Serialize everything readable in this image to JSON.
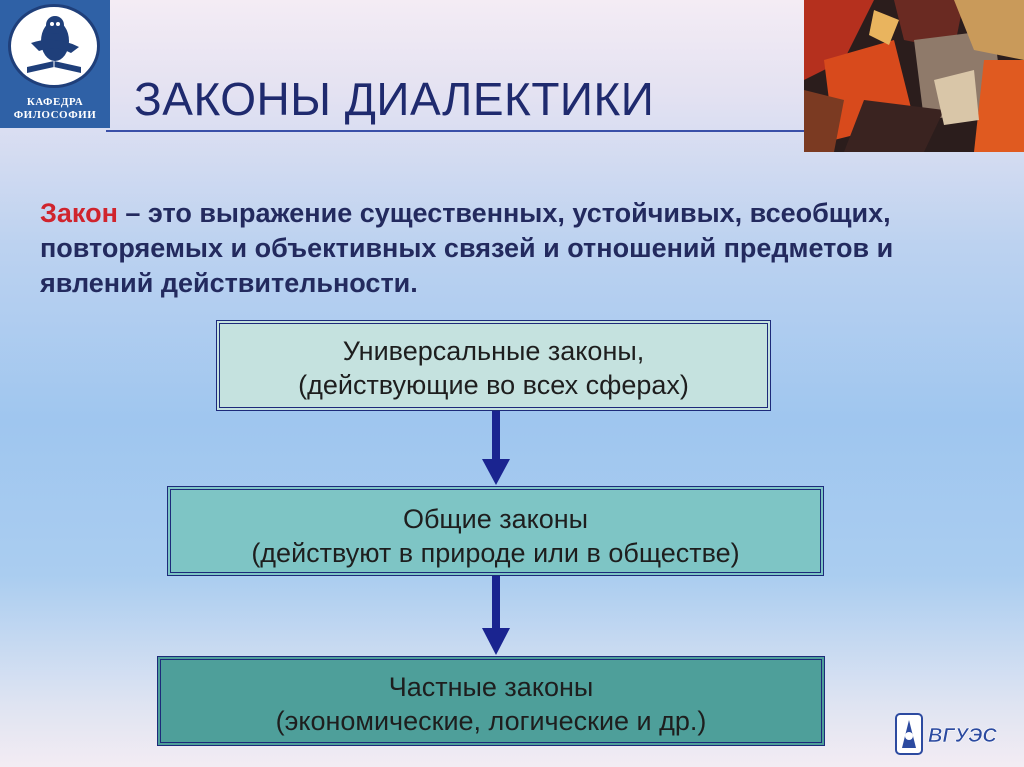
{
  "header": {
    "title": "ЗАКОНЫ ДИАЛЕКТИКИ",
    "logo_text_line1": "КАФЕДРА",
    "logo_text_line2": "ФИЛОСОФИИ",
    "logo_icon": "owl-book-icon",
    "photo": "abstract-painting-image"
  },
  "definition": {
    "term": "Закон",
    "text": " – это выражение  существенных, устойчивых, всеобщих, повторяемых и объективных связей и отношений предметов и явлений действительности."
  },
  "hierarchy": [
    {
      "line1": "Универсальные законы,",
      "line2": "(действующие во всех сферах)"
    },
    {
      "line1": "Общие законы",
      "line2": "(действуют в природе или в обществе)"
    },
    {
      "line1": "Частные законы",
      "line2": "(экономические, логические и др.)"
    }
  ],
  "footer": {
    "university_logo_text": "ВГУЭС",
    "university_logo_icon": "university-emblem-icon"
  },
  "colors": {
    "title": "#1f2a6e",
    "term": "#d0242d",
    "definition": "#232a5e",
    "box_border": "#1d2a7a",
    "arrow": "#1a2490",
    "box1_fill": "#c5e2df",
    "box2_fill": "#7ec5c5",
    "box3_fill": "#4e9f9a"
  }
}
